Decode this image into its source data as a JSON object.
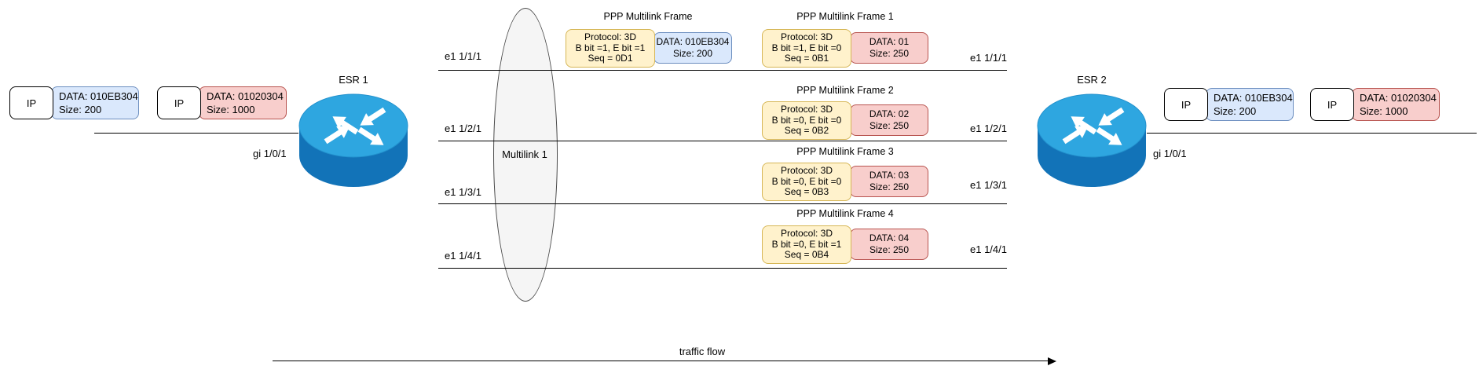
{
  "routers": {
    "left": {
      "name": "ESR 1",
      "interface": "gi 1/0/1"
    },
    "right": {
      "name": "ESR 2",
      "interface": "gi 1/0/1"
    }
  },
  "multilink": {
    "label": "Multilink 1"
  },
  "links": [
    {
      "left": "e1 1/1/1",
      "right": "e1 1/1/1"
    },
    {
      "left": "e1 1/2/1",
      "right": "e1 1/2/1"
    },
    {
      "left": "e1 1/3/1",
      "right": "e1 1/3/1"
    },
    {
      "left": "e1 1/4/1",
      "right": "e1 1/4/1"
    }
  ],
  "packets": {
    "left": [
      {
        "proto": "IP",
        "data": "DATA: 010EB304",
        "size": "Size: 200"
      },
      {
        "proto": "IP",
        "data": "DATA: 01020304",
        "size": "Size: 1000"
      }
    ],
    "right": [
      {
        "proto": "IP",
        "data": "DATA: 010EB304",
        "size": "Size: 200"
      },
      {
        "proto": "IP",
        "data": "DATA: 01020304",
        "size": "Size: 1000"
      }
    ]
  },
  "tx_frame": {
    "title": "PPP Multilink Frame",
    "header": {
      "line1": "Protocol: 3D",
      "line2": "B bit =1, E bit =1",
      "line3": "Seq = 0D1"
    },
    "data": {
      "line1": "DATA: 010EB304",
      "line2": "Size: 200"
    }
  },
  "frames": [
    {
      "title": "PPP Multilink Frame 1",
      "header": {
        "line1": "Protocol: 3D",
        "line2": "B bit =1, E bit =0",
        "line3": "Seq = 0B1"
      },
      "data": {
        "line1": "DATA: 01",
        "line2": "Size: 250"
      }
    },
    {
      "title": "PPP Multilink Frame 2",
      "header": {
        "line1": "Protocol: 3D",
        "line2": "B bit =0, E bit =0",
        "line3": "Seq = 0B2"
      },
      "data": {
        "line1": "DATA: 02",
        "line2": "Size: 250"
      }
    },
    {
      "title": "PPP Multilink Frame 3",
      "header": {
        "line1": "Protocol: 3D",
        "line2": "B bit =0, E bit =0",
        "line3": "Seq = 0B3"
      },
      "data": {
        "line1": "DATA: 03",
        "line2": "Size: 250"
      }
    },
    {
      "title": "PPP Multilink Frame 4",
      "header": {
        "line1": "Protocol: 3D",
        "line2": "B bit =0, E bit =1",
        "line3": "Seq = 0B4"
      },
      "data": {
        "line1": "DATA: 04",
        "line2": "Size: 250"
      }
    }
  ],
  "flow": {
    "label": "traffic flow"
  },
  "colors": {
    "frame_header_fill": "#FFF2CC",
    "frame_header_border": "#D6B656",
    "data_blue_fill": "#DAE8FC",
    "data_blue_border": "#6C8EBF",
    "data_red_fill": "#F8CECC",
    "data_red_border": "#B85450",
    "multilink_fill": "#F5F5F5",
    "multilink_border": "#4A4A4A",
    "router_top": "#2EA6E0",
    "router_body": "#1273B8"
  }
}
